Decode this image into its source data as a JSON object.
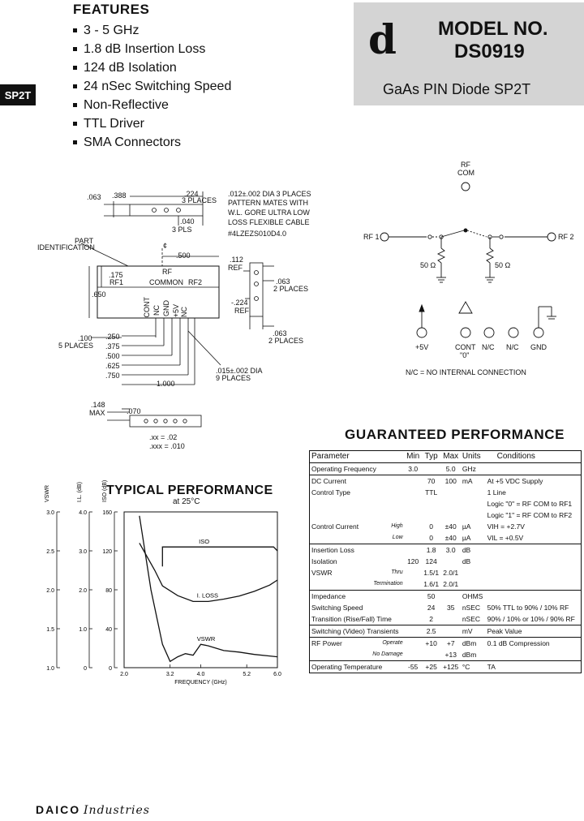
{
  "features": {
    "title": "FEATURES",
    "items": [
      "3 - 5 GHz",
      "1.8 dB Insertion Loss",
      "124 dB Isolation",
      "24 nSec Switching Speed",
      "Non-Reflective",
      "TTL Driver",
      "SMA Connectors"
    ]
  },
  "tab_label": "SP2T",
  "model": {
    "label": "MODEL NO.",
    "number": "DS0919",
    "subtitle": "GaAs PIN Diode SP2T",
    "logo": "d"
  },
  "mech": {
    "d063": ".063",
    "d388": ".388",
    "d224": ".224",
    "d3places": "3 PLACES",
    "d040": ".040",
    "d3pls": "3 PLS",
    "note1": ".012±.002 DIA 3 PLACES",
    "note2": "PATTERN MATES WITH",
    "note3": "W.L. GORE ULTRA LOW",
    "note4": "LOSS FLEXIBLE CABLE",
    "note5": "#4LZEZS010D4.0",
    "part": "PART",
    "ident": "IDENTIFICATION",
    "cl": "¢",
    "d500": ".500",
    "rf": "RF",
    "d175": ".175",
    "rf1": "RF1",
    "common": "COMMON",
    "rf2": "RF2",
    "d650": ".650",
    "cont": "CONT",
    "nc1": "NC",
    "gnd": "GND",
    "p5v": "+5V",
    "nc2": "NC",
    "d100": ".100",
    "places5": "5 PLACES",
    "d250": ".250",
    "d375": ".375",
    "d500b": ".500",
    "d625": ".625",
    "d750": ".750",
    "d1000": "1.000",
    "pin_note1": ".015±.002 DIA",
    "pin_note2": "9 PLACES",
    "d112": ".112",
    "ref": "REF",
    "d063b": ".063",
    "places2a": "2 PLACES",
    "d224b": "-.224",
    "ref2": "REF",
    "d063c": ".063",
    "places2b": "2 PLACES",
    "d148": ".148",
    "max": "MAX",
    "d070": ".070",
    "tol1": ".xx = .02",
    "tol2": ".xxx = .010"
  },
  "schematic": {
    "rf_com": "RF",
    "com": "COM",
    "rf1": "RF 1",
    "rf2": "RF 2",
    "r1": "50 Ω",
    "r2": "50 Ω",
    "pins": [
      "+5V",
      "CONT\n\"0\"",
      "N/C",
      "N/C",
      "GND"
    ],
    "pin_cont_a": "CONT",
    "pin_cont_b": "\"0\"",
    "note": "N/C = NO INTERNAL CONNECTION"
  },
  "typical": {
    "title": "TYPICAL PERFORMANCE",
    "subtitle": "at 25°C"
  },
  "chart_data": {
    "type": "line",
    "title": "TYPICAL PERFORMANCE",
    "subtitle": "at 25°C",
    "xlabel": "FREQUENCY (GHz)",
    "xlim": [
      2.0,
      6.0
    ],
    "x_ticks": [
      "2.0",
      "3.2",
      "4.0",
      "5.2",
      "6.0"
    ],
    "axes": [
      {
        "label": "VSWR",
        "ticks": [
          "3.0",
          "2.5",
          "2.0",
          "1.5",
          "1.0"
        ],
        "range": [
          1.0,
          3.0
        ]
      },
      {
        "label": "I.L. (dB)",
        "ticks": [
          "4.0",
          "3.0",
          "2.0",
          "1.0",
          "0"
        ],
        "range": [
          0,
          4.0
        ]
      },
      {
        "label": "ISO (dB)",
        "ticks": [
          "160",
          "120",
          "80",
          "40",
          "0"
        ],
        "range": [
          0,
          160
        ]
      }
    ],
    "series": [
      {
        "name": "ISO",
        "axis": "ISO (dB)",
        "x": [
          3.0,
          3.0,
          5.9,
          6.0
        ],
        "y": [
          104,
          124,
          124,
          120
        ]
      },
      {
        "name": "I. LOSS",
        "axis": "I.L. (dB)",
        "x": [
          2.4,
          2.8,
          3.0,
          3.4,
          3.8,
          4.2,
          4.6,
          5.0,
          5.4,
          5.8,
          6.0
        ],
        "y": [
          3.2,
          2.5,
          2.1,
          1.85,
          1.7,
          1.7,
          1.76,
          1.84,
          1.96,
          2.12,
          2.25
        ]
      },
      {
        "name": "VSWR",
        "axis": "VSWR",
        "x": [
          2.4,
          2.7,
          3.0,
          3.2,
          3.4,
          3.6,
          3.8,
          4.0,
          4.2,
          4.6,
          5.0,
          5.4,
          5.8,
          6.0
        ],
        "y": [
          2.95,
          2.0,
          1.3,
          1.08,
          1.14,
          1.18,
          1.16,
          1.3,
          1.28,
          1.22,
          1.2,
          1.17,
          1.15,
          1.14
        ]
      }
    ]
  },
  "guaranteed": {
    "title": "GUARANTEED PERFORMANCE",
    "headers": [
      "Parameter",
      "Min",
      "Typ",
      "Max",
      "Units",
      "Conditions"
    ],
    "rows": [
      {
        "p": "Operating Frequency",
        "sub": "",
        "min": "3.0",
        "typ": "",
        "max": "5.0",
        "u": "GHz",
        "c": "",
        "top": true
      },
      {
        "p": "DC Current",
        "sub": "",
        "min": "",
        "typ": "70",
        "max": "100",
        "u": "mA",
        "c": "At +5 VDC Supply",
        "top": true
      },
      {
        "p": "Control Type",
        "sub": "",
        "min": "",
        "typ": "TTL",
        "max": "",
        "u": "",
        "c": "1 Line",
        "top": false
      },
      {
        "p": "",
        "sub": "",
        "min": "",
        "typ": "",
        "max": "",
        "u": "",
        "c": "Logic \"0\" = RF COM to RF1",
        "top": false
      },
      {
        "p": "",
        "sub": "",
        "min": "",
        "typ": "",
        "max": "",
        "u": "",
        "c": "Logic \"1\" = RF COM to RF2",
        "top": false
      },
      {
        "p": "Control Current",
        "sub": "High",
        "min": "",
        "typ": "0",
        "max": "±40",
        "u": "µA",
        "c": "VIH = +2.7V",
        "top": false
      },
      {
        "p": "",
        "sub": "Low",
        "min": "",
        "typ": "0",
        "max": "±40",
        "u": "µA",
        "c": "VIL = +0.5V",
        "top": false
      },
      {
        "p": "Insertion Loss",
        "sub": "",
        "min": "",
        "typ": "1.8",
        "max": "3.0",
        "u": "dB",
        "c": "",
        "top": true
      },
      {
        "p": "Isolation",
        "sub": "",
        "min": "120",
        "typ": "124",
        "max": "",
        "u": "dB",
        "c": "",
        "top": false
      },
      {
        "p": "VSWR",
        "sub": "Thru",
        "min": "",
        "typ": "1.5/1",
        "max": "2.0/1",
        "u": "",
        "c": "",
        "top": false
      },
      {
        "p": "",
        "sub": "Termination",
        "min": "",
        "typ": "1.6/1",
        "max": "2.0/1",
        "u": "",
        "c": "",
        "top": false
      },
      {
        "p": "Impedance",
        "sub": "",
        "min": "",
        "typ": "50",
        "max": "",
        "u": "OHMS",
        "c": "",
        "top": true
      },
      {
        "p": "Switching Speed",
        "sub": "",
        "min": "",
        "typ": "24",
        "max": "35",
        "u": "nSEC",
        "c": "50% TTL to 90% / 10% RF",
        "top": false
      },
      {
        "p": "Transition (Rise/Fall) Time",
        "sub": "",
        "min": "",
        "typ": "2",
        "max": "",
        "u": "nSEC",
        "c": "90% / 10% or 10% / 90% RF",
        "top": false
      },
      {
        "p": "Switching (Video) Transients",
        "sub": "",
        "min": "",
        "typ": "2.5",
        "max": "",
        "u": "mV",
        "c": "Peak Value",
        "top": true
      },
      {
        "p": "RF Power",
        "sub": "Operate",
        "min": "",
        "typ": "+10",
        "max": "+7",
        "u": "dBm",
        "c": "0.1 dB Compression",
        "top": true
      },
      {
        "p": "",
        "sub": "No Damage",
        "min": "",
        "typ": "",
        "max": "+13",
        "u": "dBm",
        "c": "",
        "top": false
      },
      {
        "p": "Operating Temperature",
        "sub": "",
        "min": "-55",
        "typ": "+25",
        "max": "+125",
        "u": "°C",
        "c": "TA",
        "top": true
      }
    ]
  },
  "footer": {
    "brand": "DAICO",
    "suffix": "Industries"
  }
}
